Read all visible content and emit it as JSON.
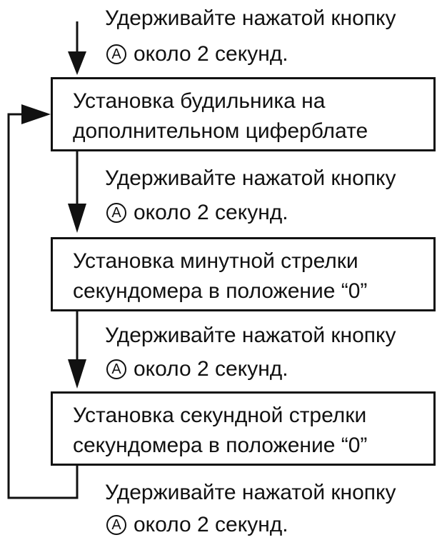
{
  "instruction": {
    "line1": "Удерживайте нажатой кнопку",
    "button_symbol": "A",
    "line2": "около 2 секунд."
  },
  "steps": [
    {
      "line1": "Установка будильника на",
      "line2": "дополнительном циферблате"
    },
    {
      "line1": "Установка минутной стрелки",
      "line2": "секундомера в положение “0”"
    },
    {
      "line1": "Установка секундной стрелки",
      "line2": "секундомера в положение “0”"
    }
  ],
  "colors": {
    "line": "#111111",
    "background": "#ffffff"
  }
}
